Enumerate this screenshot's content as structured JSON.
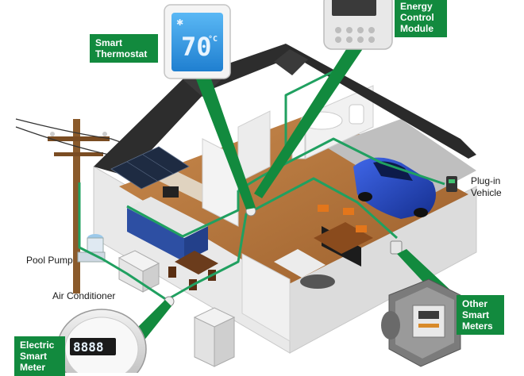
{
  "labels": {
    "smart_thermostat": "Smart\nThermostat",
    "energy_control_module": "Energy\nControl\nModule",
    "plug_in_vehicle": "Plug-in\nVehicle",
    "pool_pump": "Pool Pump",
    "air_conditioner": "Air Conditioner",
    "other_smart_meters": "Other\nSmart\nMeters",
    "electric_smart_meter": "Electric\nSmart\nMeter"
  },
  "thermostat_display": {
    "temperature": "70",
    "unit": "°C"
  },
  "meter_display": {
    "reading": "8888"
  },
  "colors": {
    "label_background": "#128a3e",
    "network_line": "#20a060",
    "roof": "#2d2d2d",
    "floor": "#b8773f",
    "vehicle": "#1f44c4"
  }
}
